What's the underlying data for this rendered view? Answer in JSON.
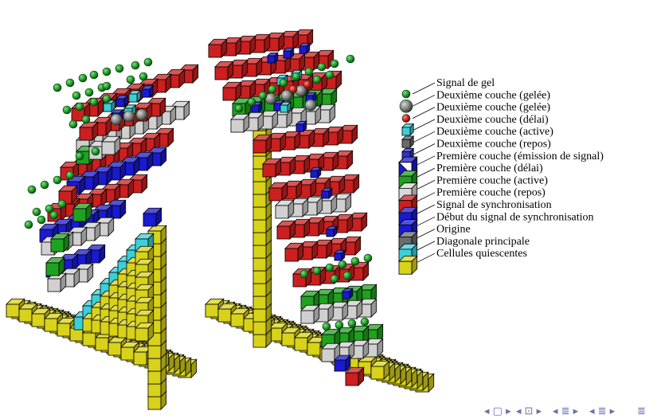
{
  "legend": {
    "items": [
      {
        "label": "Signal de gel",
        "shape": "sphere",
        "color": "#1f9a2a"
      },
      {
        "label": "Deuxième couche (gelée)",
        "shape": "sphere-large",
        "color": "#8a8a8a"
      },
      {
        "label": "Deuxième couche (gelée)",
        "shape": "sphere",
        "color": "#cc1f1f"
      },
      {
        "label": "Deuxième couche (délai)",
        "shape": "small-cube",
        "color": "#3ad0d8"
      },
      {
        "label": "Deuxième couche (active)",
        "shape": "small-cube",
        "color": "#6b6b6b"
      },
      {
        "label": "Deuxième couche (repos)",
        "shape": "small-cube",
        "color": "#3232c8"
      },
      {
        "label": "Première couche (émission de signal)",
        "shape": "cube-split",
        "color": "#1a1ad0"
      },
      {
        "label": "Première couche (délai)",
        "shape": "cube",
        "color": "#1fa21f"
      },
      {
        "label": "Première couche (active)",
        "shape": "cube",
        "color": "#d8d8d8"
      },
      {
        "label": "Première couche (repos)",
        "shape": "cube",
        "color": "#cc1f1f"
      },
      {
        "label": "Signal de synchronisation",
        "shape": "cube",
        "color": "#1a1ad0"
      },
      {
        "label": "Début du signal de synchronisation",
        "shape": "cube",
        "color": "#1a1ad0"
      },
      {
        "label": "Origine",
        "shape": "cube",
        "color": "#6b6b6b"
      },
      {
        "label": "Diagonale principale",
        "shape": "cube",
        "color": "#3ad0d8"
      },
      {
        "label": "Cellules quiescentes",
        "shape": "cube",
        "color": "#d8d21a"
      }
    ]
  },
  "colors": {
    "yellow": "#d8d21a",
    "red": "#cc1f1f",
    "green": "#1fa21f",
    "blue": "#1a1ad0",
    "grey": "#d0d0d0",
    "darkgrey": "#6b6b6b",
    "cyan": "#3ad0d8",
    "sphere_green": "#1f9a2a"
  },
  "navigation": {
    "icons": [
      "nav-first-icon",
      "nav-prev-frame-icon",
      "nav-section-icon",
      "nav-subsection-icon",
      "nav-align-icon"
    ]
  }
}
